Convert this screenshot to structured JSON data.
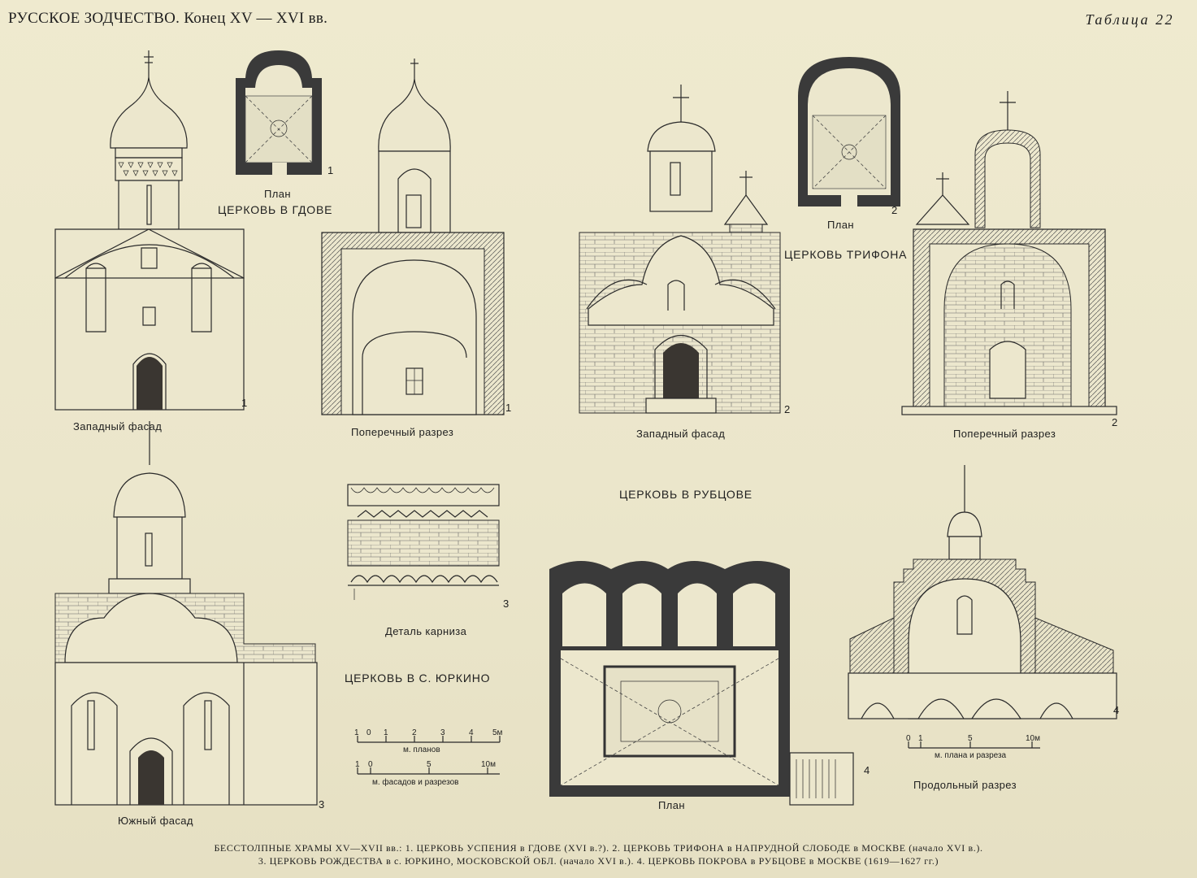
{
  "header": {
    "title": "РУССКОЕ ЗОДЧЕСТВО.  Конец XV — XVI вв.",
    "plate": "Таблица 22"
  },
  "titles": {
    "gdov": "ЦЕРКОВЬ В ГДОВЕ",
    "trifon": "ЦЕРКОВЬ ТРИФОНА",
    "rubtsovo": "ЦЕРКОВЬ В РУБЦОВЕ",
    "yurkino": "ЦЕРКОВЬ В С. ЮРКИНО"
  },
  "labels": {
    "gdov_facade": "Западный        фасад",
    "gdov_plan": "План",
    "gdov_section": "Поперечный разрез",
    "trifon_facade": "Западный фасад",
    "trifon_plan": "План",
    "trifon_section": "Поперечный разрез",
    "yurkino_facade": "Южный фасад",
    "cornice": "Деталь карниза",
    "rubtsovo_plan": "План",
    "rubtsovo_section": "Продольный разрез"
  },
  "numbers": {
    "n1a": "1",
    "n1b": "1",
    "n1c": "1",
    "n2a": "2",
    "n2b": "2",
    "n2c": "2",
    "n3a": "3",
    "n3b": "3",
    "n4a": "4",
    "n4b": "4"
  },
  "scales": {
    "plans_ticks": [
      "1",
      "0",
      "1",
      "2",
      "3",
      "4",
      "5м"
    ],
    "plans_label": "м. планов",
    "facades_ticks": [
      "1",
      "0",
      "5",
      "10м"
    ],
    "facades_label": "м. фасадов и разрезов",
    "rub_ticks": [
      "0",
      "1",
      "5",
      "10м"
    ],
    "rub_label": "м. плана и разреза"
  },
  "caption": {
    "line1": "БЕССТОЛПНЫЕ ХРАМЫ XV—XVII вв.:   1. ЦЕРКОВЬ УСПЕНИЯ в ГДОВЕ (XVI в.?).   2. ЦЕРКОВЬ ТРИФОНА в НАПРУДНОЙ СЛОБОДЕ в МОСКВЕ (начало XVI в.).",
    "line2": "3. ЦЕРКОВЬ РОЖДЕСТВА в с. ЮРКИНО, МОСКОВСКОЙ ОБЛ. (начало XVI в.).   4. ЦЕРКОВЬ ПОКРОВА в РУБЦОВЕ в МОСКВЕ (1619—1627 гг.)"
  }
}
